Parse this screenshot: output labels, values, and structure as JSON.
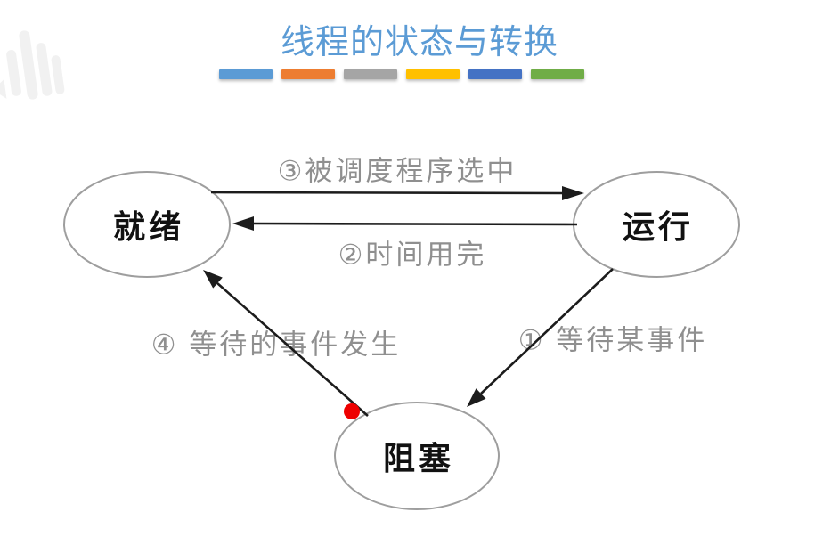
{
  "title": {
    "text": "线程的状态与转换",
    "color": "#5B9BD5"
  },
  "accent_bars": {
    "colors": [
      "#5B9BD5",
      "#ED7D31",
      "#A5A5A5",
      "#FFC000",
      "#4472C4",
      "#70AD47"
    ]
  },
  "watermark": {
    "icon": "bilibili-logo"
  },
  "diagram": {
    "nodes": {
      "ready": {
        "label": "就绪"
      },
      "running": {
        "label": "运行"
      },
      "blocked": {
        "label": "阻塞"
      }
    },
    "edges": {
      "scheduled": {
        "label": "③被调度程序选中",
        "from": "就绪",
        "to": "运行"
      },
      "timeout": {
        "label": "②时间用完",
        "from": "运行",
        "to": "就绪"
      },
      "wait_event": {
        "label": "① 等待某事件",
        "from": "运行",
        "to": "阻塞"
      },
      "event_occurs": {
        "label": "④ 等待的事件发生",
        "from": "阻塞",
        "to": "就绪"
      }
    },
    "colors": {
      "node_border": "#9e9e9e",
      "node_fill": "#ffffff",
      "node_text": "#111111",
      "edge_label": "#8f8f8f",
      "arrow": "#1c1c1c",
      "marker_dot": "#ee0000"
    }
  }
}
